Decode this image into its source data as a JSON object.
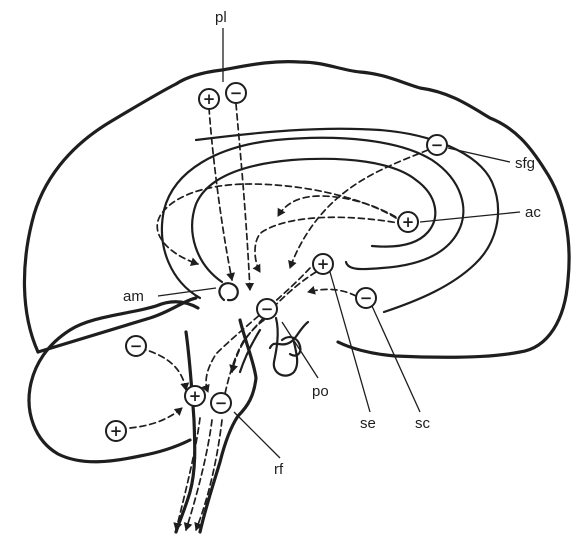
{
  "labels": {
    "pl": "pl",
    "sfg": "sfg",
    "ac": "ac",
    "am": "am",
    "po": "po",
    "se": "se",
    "sc": "sc",
    "rf": "rf"
  },
  "symbols": {
    "plus": "+",
    "minus": "−"
  },
  "colors": {
    "ink": "#1e1e1e",
    "background": "#ffffff"
  }
}
